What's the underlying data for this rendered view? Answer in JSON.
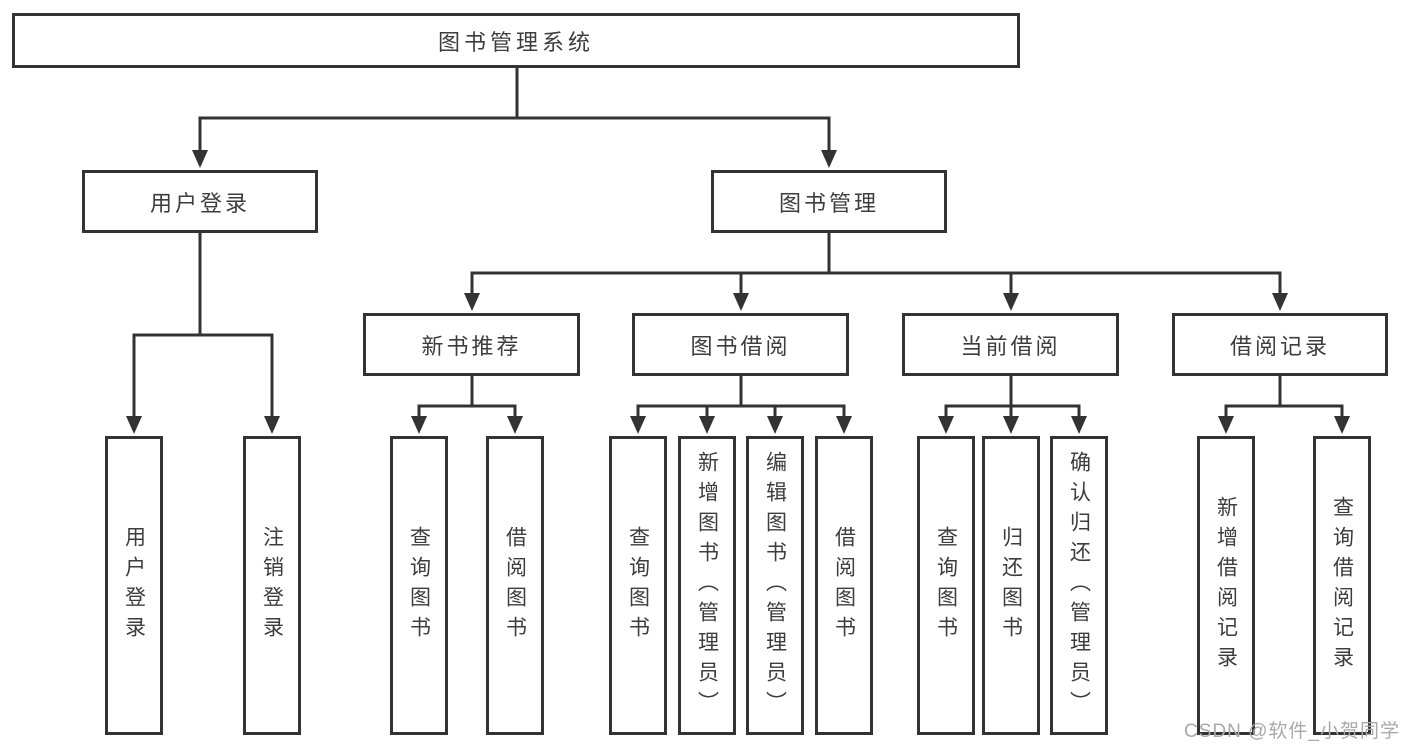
{
  "tree": {
    "label": "图书管理系统",
    "children": [
      {
        "label": "用户登录",
        "children": [
          {
            "label": "用户登录"
          },
          {
            "label": "注销登录"
          }
        ]
      },
      {
        "label": "图书管理",
        "children": [
          {
            "label": "新书推荐",
            "children": [
              {
                "label": "查询图书"
              },
              {
                "label": "借阅图书"
              }
            ]
          },
          {
            "label": "图书借阅",
            "children": [
              {
                "label": "查询图书"
              },
              {
                "label": "新增图书（管理员）"
              },
              {
                "label": "编辑图书（管理员）"
              },
              {
                "label": "借阅图书"
              }
            ]
          },
          {
            "label": "当前借阅",
            "children": [
              {
                "label": "查询图书"
              },
              {
                "label": "归还图书"
              },
              {
                "label": "确认归还（管理员）"
              }
            ]
          },
          {
            "label": "借阅记录",
            "children": [
              {
                "label": "新增借阅记录"
              },
              {
                "label": "查询借阅记录"
              }
            ]
          }
        ]
      }
    ]
  },
  "watermark": {
    "text": "CSDN @软件_小贺同学"
  },
  "colors": {
    "line": "#333333",
    "box_border": "#333333",
    "text": "#3d3d3d",
    "watermark": "#a9a9a9",
    "background": "#ffffff"
  }
}
